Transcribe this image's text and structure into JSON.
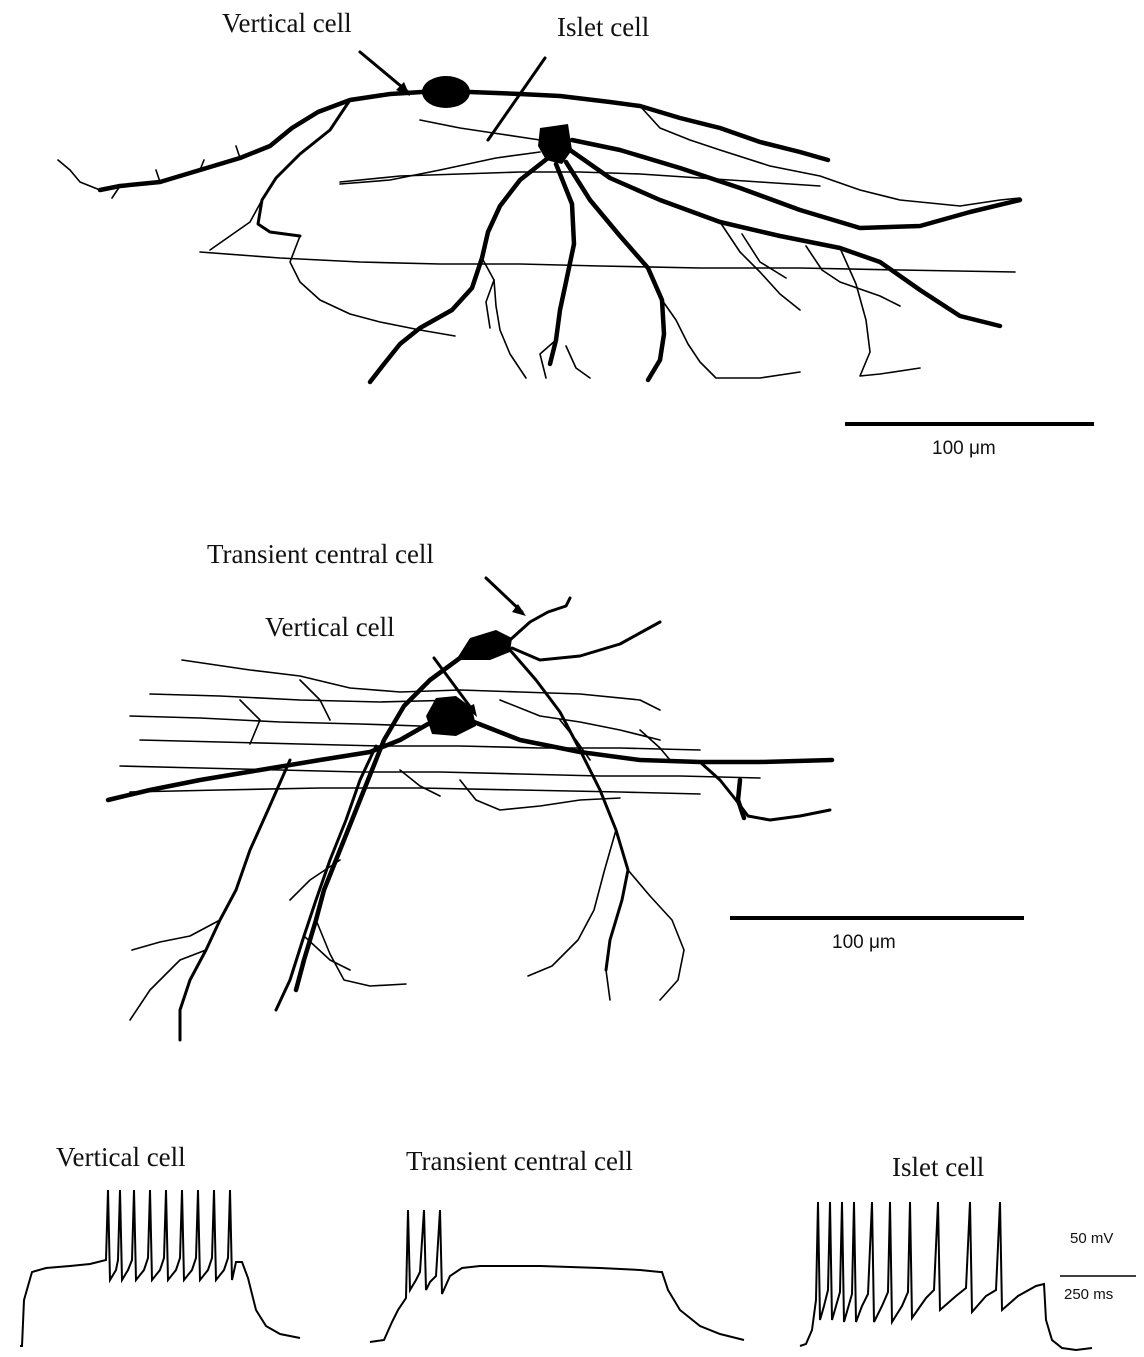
{
  "panel_a": {
    "label_vertical": "Vertical cell",
    "label_islet": "Islet cell",
    "scale_label": "100 μm"
  },
  "panel_b": {
    "label_transient": "Transient central cell",
    "label_vertical": "Vertical cell",
    "scale_label": "100 μm"
  },
  "panel_c": {
    "label_vertical": "Vertical cell",
    "label_transient": "Transient central cell",
    "label_islet": "Islet cell",
    "voltage_scale": "50 mV",
    "time_scale": "250 ms"
  }
}
